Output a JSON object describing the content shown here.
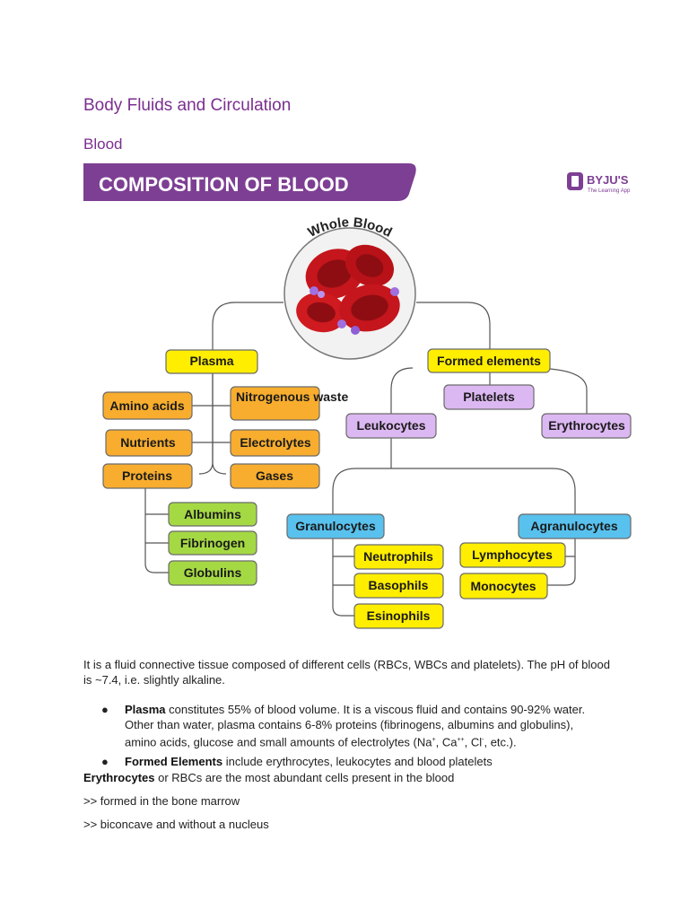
{
  "page": {
    "heading": "Body Fluids and Circulation",
    "subheading": "Blood"
  },
  "diagram": {
    "banner_title": "COMPOSITION OF BLOOD",
    "logo": {
      "brand": "BYJU'S",
      "tagline": "The Learning App"
    },
    "center_label": "Whole Blood",
    "colors": {
      "banner": "#7d3f93",
      "yellow": "#ffee00",
      "orange": "#f8ad2e",
      "green": "#a5d944",
      "purple": "#dcb8f2",
      "blue": "#58c1ee",
      "rbc": "#c4161c"
    },
    "plasma": "Plasma",
    "plasma_components": [
      "Amino acids",
      "Nitrogenous waste",
      "Nutrients",
      "Electrolytes",
      "Proteins",
      "Gases"
    ],
    "proteins": [
      "Albumins",
      "Fibrinogen",
      "Globulins"
    ],
    "formed_elements": "Formed elements",
    "formed_types": [
      "Platelets",
      "Leukocytes",
      "Erythrocytes"
    ],
    "leukocyte_types": [
      "Granulocytes",
      "Agranulocytes"
    ],
    "granulocytes": [
      "Neutrophils",
      "Basophils",
      "Esinophils"
    ],
    "agranulocytes": [
      "Lymphocytes",
      "Monocytes"
    ]
  },
  "content": {
    "intro": "It is a fluid connective tissue composed of different cells (RBCs, WBCs and platelets). The pH of blood is ~7.4, i.e. slightly alkaline.",
    "bullet_symbol": "●",
    "plasma_term": "Plasma",
    "plasma_text": " constitutes 55% of blood volume. It is a viscous fluid and contains 90-92% water. Other than water, plasma contains 6-8% proteins (fibrinogens, albumins and globulins), amino acids, glucose and small amounts of electrolytes (Na",
    "plasma_sup1": "+",
    "plasma_mid": ", Ca",
    "plasma_sup2": "++",
    "plasma_mid2": ", Cl",
    "plasma_sup3": "-",
    "plasma_end": ", etc.).",
    "formed_term": "Formed Elements",
    "formed_text": " include erythrocytes, leukocytes and blood platelets",
    "ery_term": "Erythrocytes",
    "ery_text": " or RBCs are the most abundant cells present in the blood",
    "line1": ">> formed in the bone marrow",
    "line2": ">> biconcave and without a nucleus"
  }
}
